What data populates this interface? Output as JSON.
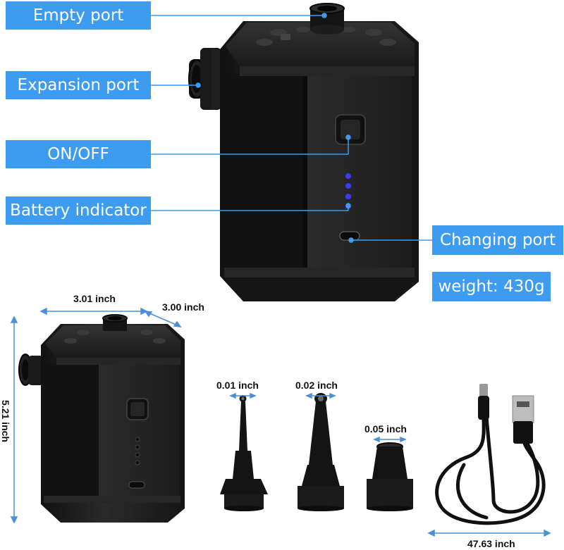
{
  "labels": {
    "empty_port": "Empty port",
    "expansion_port": "Expansion port",
    "on_off": "ON/OFF",
    "battery_indicator": "Battery indicator",
    "charging_port": "Changing port",
    "weight": "weight: 430g"
  },
  "dimensions": {
    "width": "3.01 inch",
    "depth": "3.00 inch",
    "height": "5.21 inch",
    "nozzle_small": "0.01 inch",
    "nozzle_medium": "0.02 inch",
    "nozzle_large": "0.05 inch",
    "cable_length": "47.63 inch"
  },
  "colors": {
    "label_bg": "#3d9bf0",
    "dimension_line": "#4a90d9",
    "indicator_led": "#3a3aff"
  }
}
